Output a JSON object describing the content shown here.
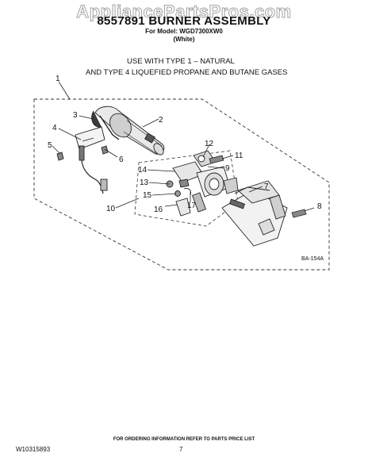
{
  "watermark": "AppliancePartsPros.com",
  "title": "8557891 BURNER ASSEMBLY",
  "model_line": "For Model: WGD7300XW0",
  "color_line": "(White)",
  "usage": {
    "line1": "USE WITH TYPE 1 –  NATURAL",
    "line2": "AND TYPE 4    LIQUEFIED PROPANE AND BUTANE GASES"
  },
  "callouts": [
    "1",
    "2",
    "3",
    "4",
    "5",
    "6",
    "7",
    "8",
    "9",
    "10",
    "11",
    "12",
    "13",
    "14",
    "15",
    "16",
    "17"
  ],
  "figure_code": "BA-154A",
  "footer_note": "FOR ORDERING INFORMATION REFER TO PARTS PRICE LIST",
  "doc_number": "W10315893",
  "page_number": "7"
}
